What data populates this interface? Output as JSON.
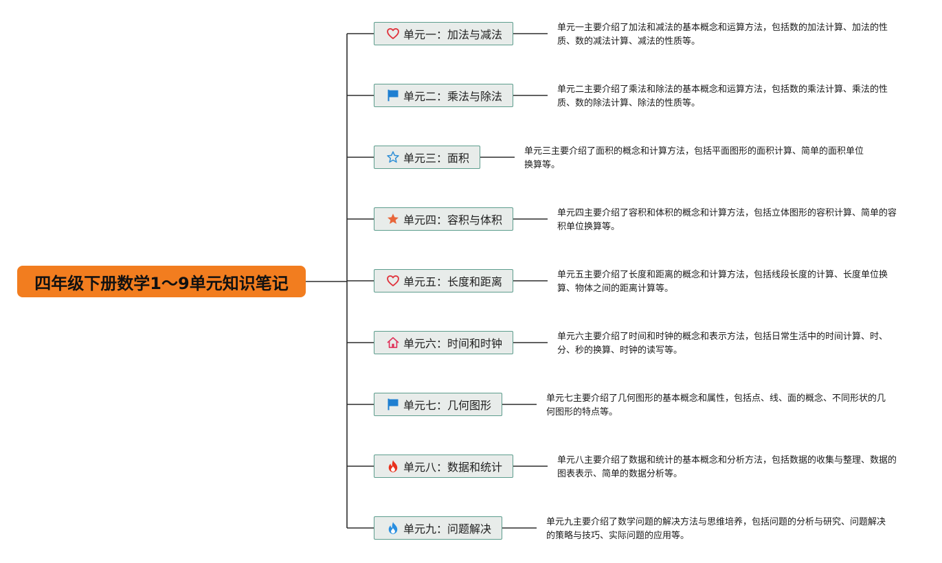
{
  "root": {
    "title": "四年级下册数学1～9单元知识笔记",
    "color": "#f27d1f"
  },
  "connector_color": "#2b2b2b",
  "topics": [
    {
      "label": "单元一：加法与减法",
      "icon": "heart-icon",
      "icon_color": "#e0323c",
      "note": "单元一主要介绍了加法和减法的基本概念和运算方法，包括数的加法计算、加法的性质、数的减法计算、减法的性质等。"
    },
    {
      "label": "单元二：乘法与除法",
      "icon": "flag-icon",
      "icon_color": "#1f7fd1",
      "note": "单元二主要介绍了乘法和除法的基本概念和运算方法，包括数的乘法计算、乘法的性质、数的除法计算、除法的性质等。"
    },
    {
      "label": "单元三：面积",
      "icon": "star-outline-icon",
      "icon_color": "#2f8fd6",
      "note": "单元三主要介绍了面积的概念和计算方法，包括平面图形的面积计算、简单的面积单位换算等。"
    },
    {
      "label": "单元四：容积与体积",
      "icon": "star-filled-icon",
      "icon_color": "#e8663a",
      "note": "单元四主要介绍了容积和体积的概念和计算方法，包括立体图形的容积计算、简单的容积单位换算等。"
    },
    {
      "label": "单元五：长度和距离",
      "icon": "heart-icon",
      "icon_color": "#e0323c",
      "note": "单元五主要介绍了长度和距离的概念和计算方法，包括线段长度的计算、长度单位换算、物体之间的距离计算等。"
    },
    {
      "label": "单元六：时间和时钟",
      "icon": "home-icon",
      "icon_color": "#e0325a",
      "note": "单元六主要介绍了时间和时钟的概念和表示方法，包括日常生活中的时间计算、时、分、秒的换算、时钟的读写等。"
    },
    {
      "label": "单元七：几何图形",
      "icon": "flag-icon",
      "icon_color": "#1f7fd1",
      "note": "单元七主要介绍了几何图形的基本概念和属性，包括点、线、面的概念、不同形状的几何图形的特点等。"
    },
    {
      "label": "单元八：数据和统计",
      "icon": "fire-icon",
      "icon_color": "#e8321e",
      "note": "单元八主要介绍了数据和统计的基本概念和分析方法，包括数据的收集与整理、数据的图表表示、简单的数据分析等。"
    },
    {
      "label": "单元九：问题解决",
      "icon": "flame-blue-icon",
      "icon_color": "#2a8fe0",
      "note": "单元九主要介绍了数学问题的解决方法与思维培养，包括问题的分析与研究、问题解决的策略与技巧、实际问题的应用等。"
    }
  ]
}
